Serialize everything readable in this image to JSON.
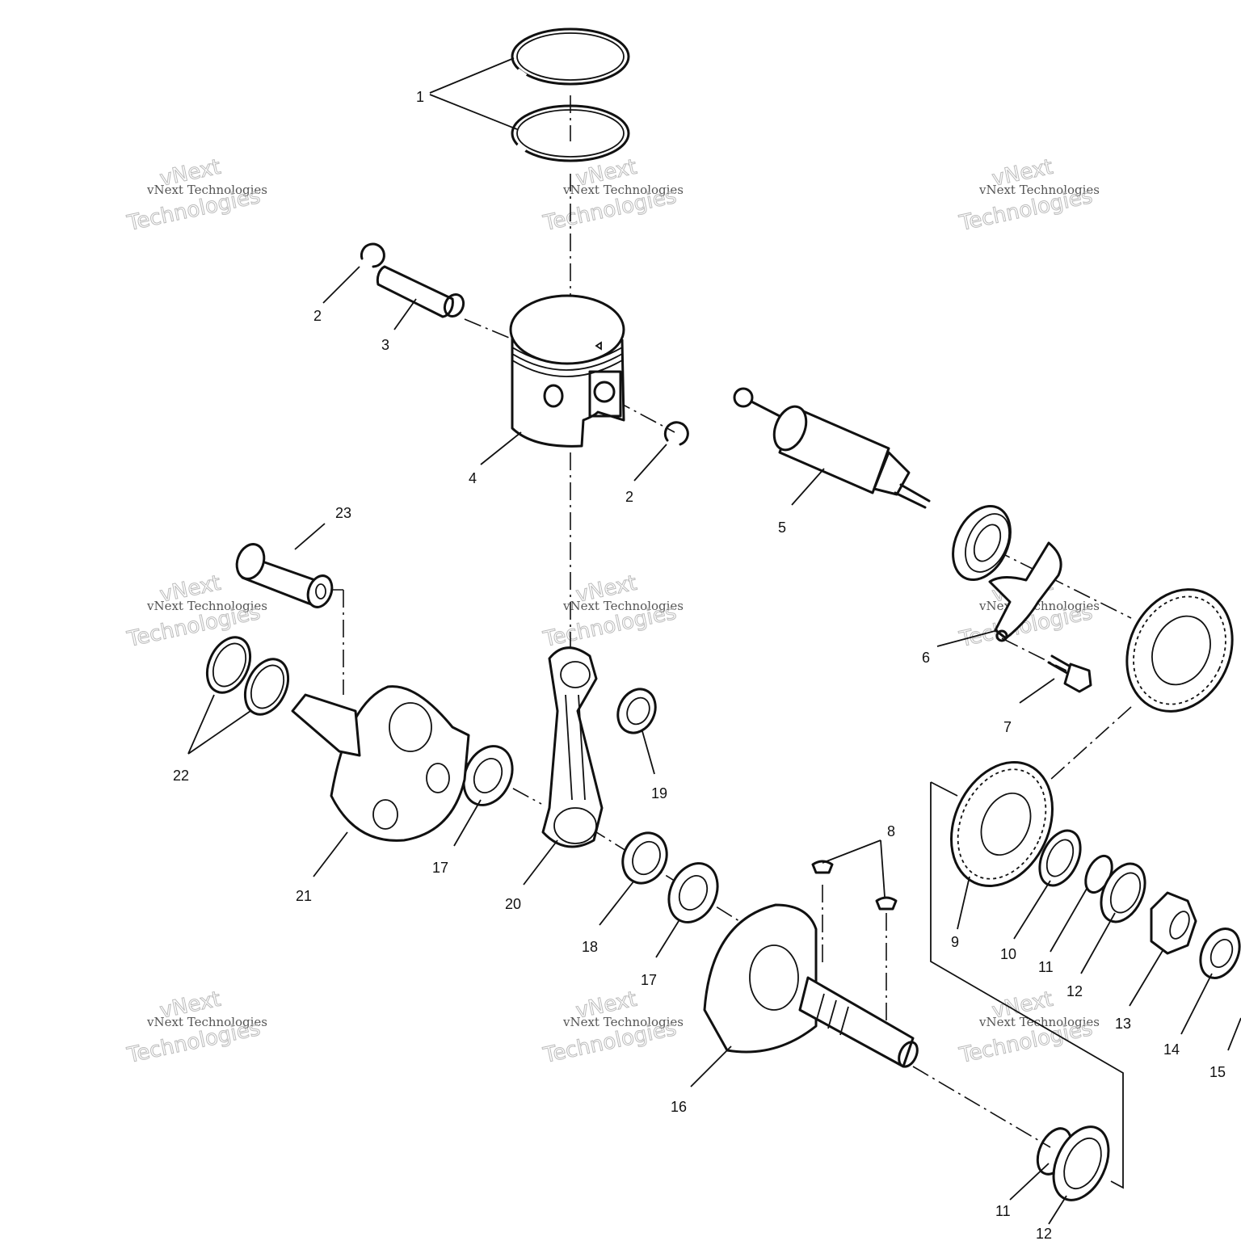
{
  "callouts": {
    "c1": "1",
    "c2a": "2",
    "c2b": "2",
    "c3": "3",
    "c4": "4",
    "c5": "5",
    "c6": "6",
    "c7": "7",
    "c8": "8",
    "c9": "9",
    "c10": "10",
    "c11a": "11",
    "c11b": "11",
    "c12a": "12",
    "c12b": "12",
    "c13": "13",
    "c14": "14",
    "c15": "15",
    "c16": "16",
    "c17a": "17",
    "c17b": "17",
    "c18": "18",
    "c19": "19",
    "c20": "20",
    "c21": "21",
    "c22": "22",
    "c23": "23"
  },
  "watermark": {
    "line_small": "vNext Technologies",
    "line_big_1": "vNext",
    "line_big_2": "Technologies"
  }
}
